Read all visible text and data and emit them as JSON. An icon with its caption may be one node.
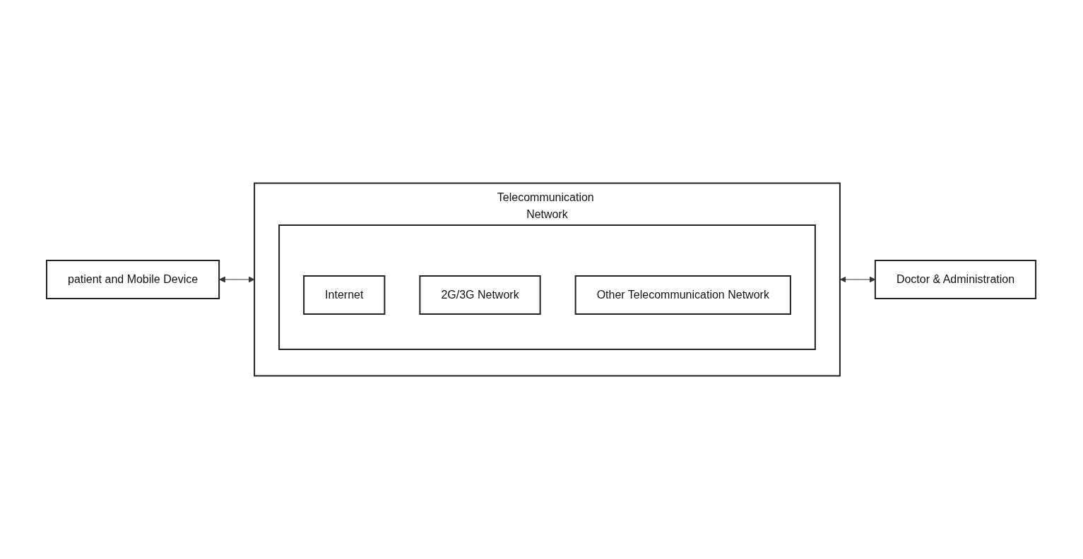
{
  "diagram": {
    "nodes": [
      {
        "text": [
          "patient and Mobile Device"
        ]
      },
      {
        "text": [
          "Telecommunication Network"
        ]
      },
      {
        "text": [],
        "shape": "box",
        "in": 1
      },
      {
        "text": [
          "Internet"
        ],
        "in": 2
      },
      {
        "text": [
          "2G/3G Network"
        ],
        "in": 2
      },
      {
        "text": [
          "Other Telecommunication Network"
        ],
        "in": 2
      },
      {
        "text": [
          "Doctor & Administration"
        ]
      }
    ],
    "edges": [
      {
        "from": 0,
        "to": 1,
        "arrow": "both"
      },
      {
        "from": 1,
        "to": 6,
        "arrow": "both"
      }
    ]
  }
}
